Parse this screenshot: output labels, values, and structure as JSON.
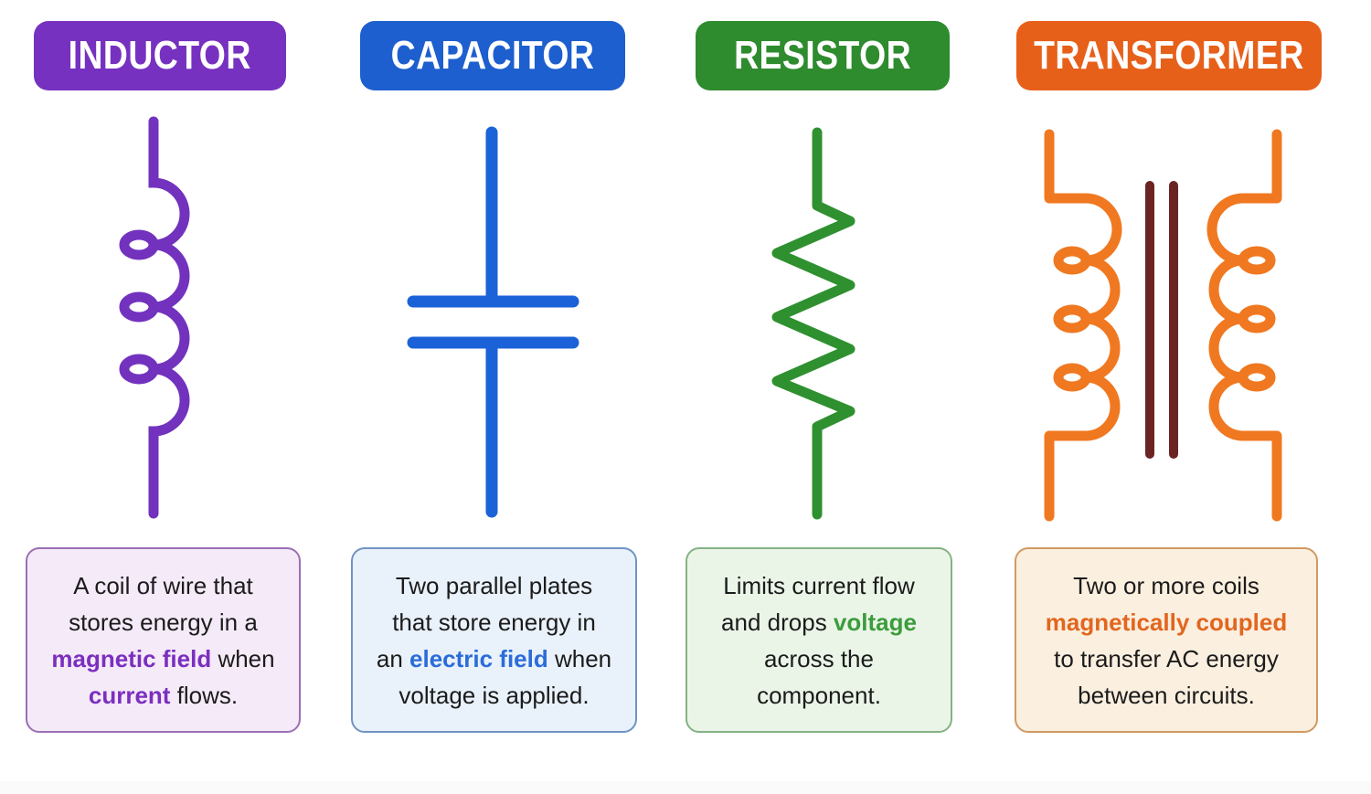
{
  "page": {
    "background": "#ffffff"
  },
  "components": [
    {
      "name": "inductor",
      "title": "INDUCTOR",
      "header_bg": "#7731C0",
      "symbol_icon": "inductor-coil-symbol",
      "symbol_color": "#7232BE",
      "box_bg": "#F5EAF8",
      "box_border": "#9B6FB5",
      "keyword_color": "#7B2FBF",
      "description": [
        "A coil of wire that\nstores energy in a\n",
        "magnetic field",
        " when\n",
        "current",
        " flows."
      ]
    },
    {
      "name": "capacitor",
      "title": "CAPACITOR",
      "header_bg": "#1D5FCE",
      "symbol_icon": "capacitor-plates-symbol",
      "symbol_color": "#1B62D8",
      "box_bg": "#E9F1FA",
      "box_border": "#6F94C4",
      "keyword_color": "#2B6CD9",
      "description": [
        "Two parallel plates\nthat store energy in\nan ",
        "electric field",
        " when\nvoltage is applied.",
        "",
        ""
      ]
    },
    {
      "name": "resistor",
      "title": "RESISTOR",
      "header_bg": "#2E8B2E",
      "symbol_icon": "resistor-zigzag-symbol",
      "symbol_color": "#2F9030",
      "box_bg": "#EAF5E7",
      "box_border": "#85B285",
      "keyword_color": "#3C9C3C",
      "description": [
        "Limits current flow\nand drops ",
        "voltage",
        "\nacross the\ncomponent.",
        "",
        ""
      ]
    },
    {
      "name": "transformer",
      "title": "TRANSFORMER",
      "header_bg": "#E7601A",
      "symbol_icon": "transformer-coils-symbol",
      "symbol_color": "#F07820",
      "core_color": "#6B2424",
      "box_bg": "#FBEFDF",
      "box_border": "#D09A62",
      "keyword_color": "#E2661F",
      "description": [
        "Two or more coils\n",
        "magnetically coupled",
        "\nto transfer AC energy\nbetween circuits.",
        "",
        ""
      ]
    }
  ]
}
